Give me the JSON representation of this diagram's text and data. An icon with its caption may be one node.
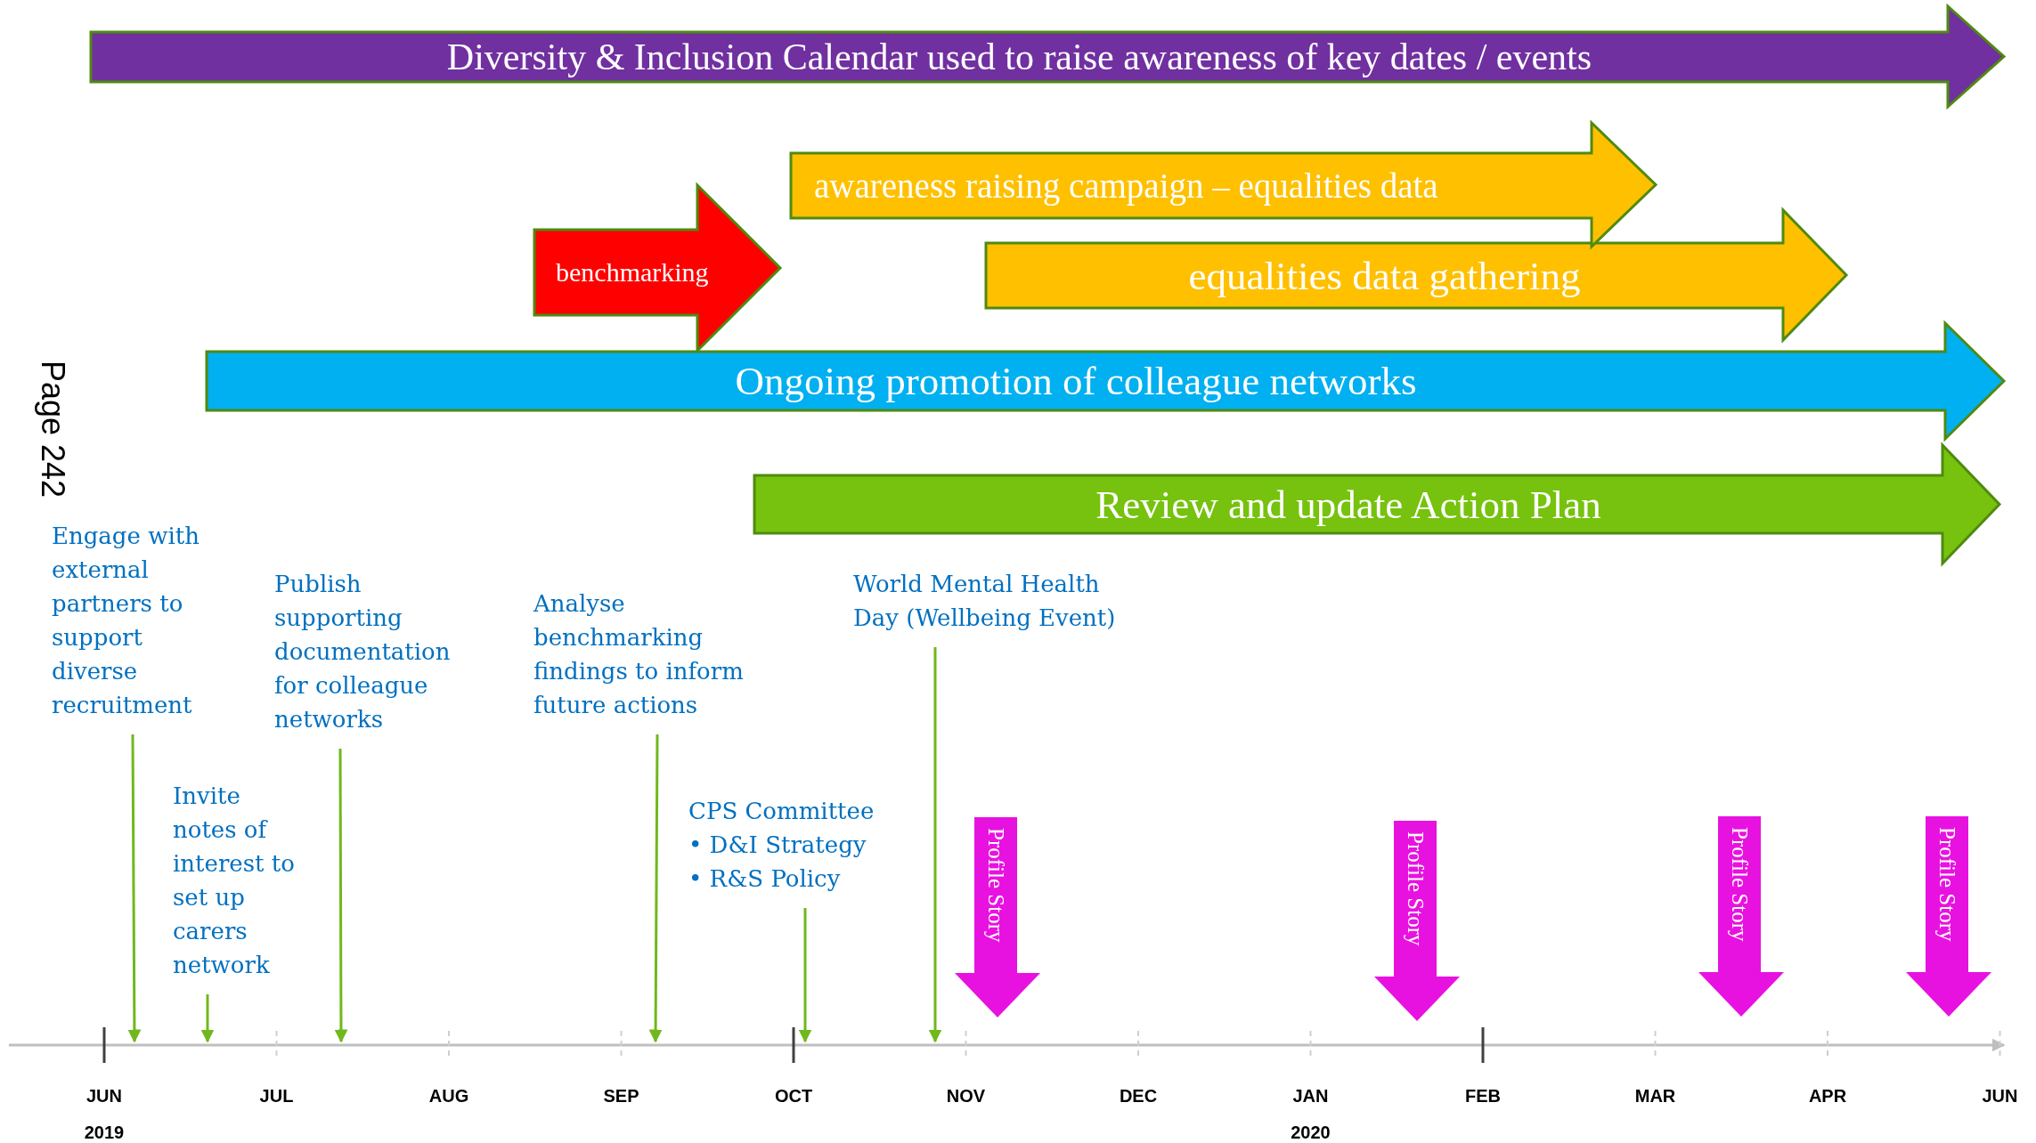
{
  "diagram": {
    "nodes": [
      {
        "text": [
          "Diversity & Inclusion Calendar used to raise awareness of key dates / events"
        ]
      },
      {
        "text": [
          "awareness raising campaign – equalities data"
        ]
      },
      {
        "text": [
          "benchmarking"
        ]
      },
      {
        "text": [
          "equalities data gathering"
        ]
      },
      {
        "text": [
          "Ongoing promotion of colleague networks"
        ]
      },
      {
        "text": [
          "Review and update Action Plan"
        ]
      },
      {
        "text": [
          "Engage with external partners to support diverse recruitment"
        ]
      },
      {
        "text": [
          "Publish supporting documentation for colleague networks"
        ]
      },
      {
        "text": [
          "Analyse benchmarking findings to inform future actions"
        ]
      },
      {
        "text": [
          "World Mental Health Day (Wellbeing Event)"
        ]
      },
      {
        "text": [
          "Invite notes of interest to set up carers network"
        ]
      },
      {
        "text": [
          "CPS Committee",
          "• D&I Strategy",
          "• R&S Policy"
        ]
      },
      {
        "text": [
          "Profile Story"
        ]
      },
      {
        "text": [
          "Profile Story"
        ]
      },
      {
        "text": [
          "Profile Story"
        ]
      },
      {
        "text": [
          "Profile Story"
        ]
      }
    ],
    "edges": [
      {
        "from": 6,
        "to": null,
        "arrow": "to"
      },
      {
        "from": 7,
        "to": null,
        "arrow": "to"
      },
      {
        "from": 8,
        "to": null,
        "arrow": "to"
      },
      {
        "from": 9,
        "to": null,
        "arrow": "to"
      },
      {
        "from": 10,
        "to": null,
        "arrow": "to"
      },
      {
        "from": 11,
        "to": null,
        "arrow": "to"
      }
    ],
    "labels": [
      "Page 242",
      "JUN",
      "JUL",
      "AUG",
      "SEP",
      "OCT",
      "NOV",
      "DEC",
      "JAN",
      "FEB",
      "MAR",
      "APR",
      "JUN",
      "2019",
      "2020"
    ]
  }
}
